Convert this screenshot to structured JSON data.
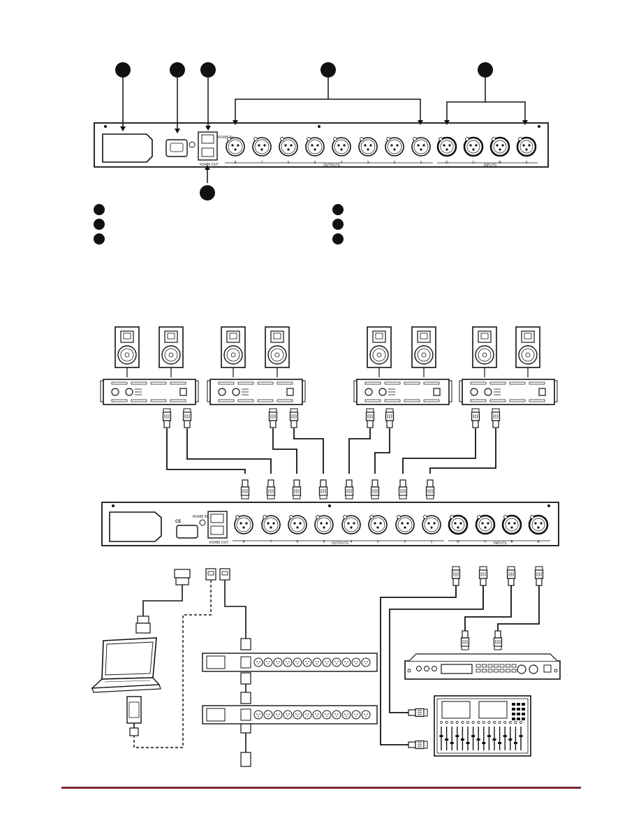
{
  "rear_panel": {
    "port_rs485_in": "RS485 IN",
    "port_rs485_out": "RS485 OUT",
    "outputs_label": "OUTPUTS",
    "inputs_label": "INPUTS",
    "output_numbers": [
      "8",
      "7",
      "6",
      "5",
      "4",
      "3",
      "2",
      "1"
    ],
    "input_letters": [
      "D",
      "C",
      "B",
      "A"
    ],
    "marks": "CE"
  },
  "colors": {
    "footer_rule": "#7b2a33",
    "line": "#111111"
  },
  "icons": [
    "numbered-callout-icon",
    "speaker-icon",
    "amplifier-icon",
    "xlr-connector-icon",
    "rj45-connector-icon",
    "usb-adapter-icon",
    "laptop-icon",
    "mixer-icon",
    "processor-icon"
  ]
}
